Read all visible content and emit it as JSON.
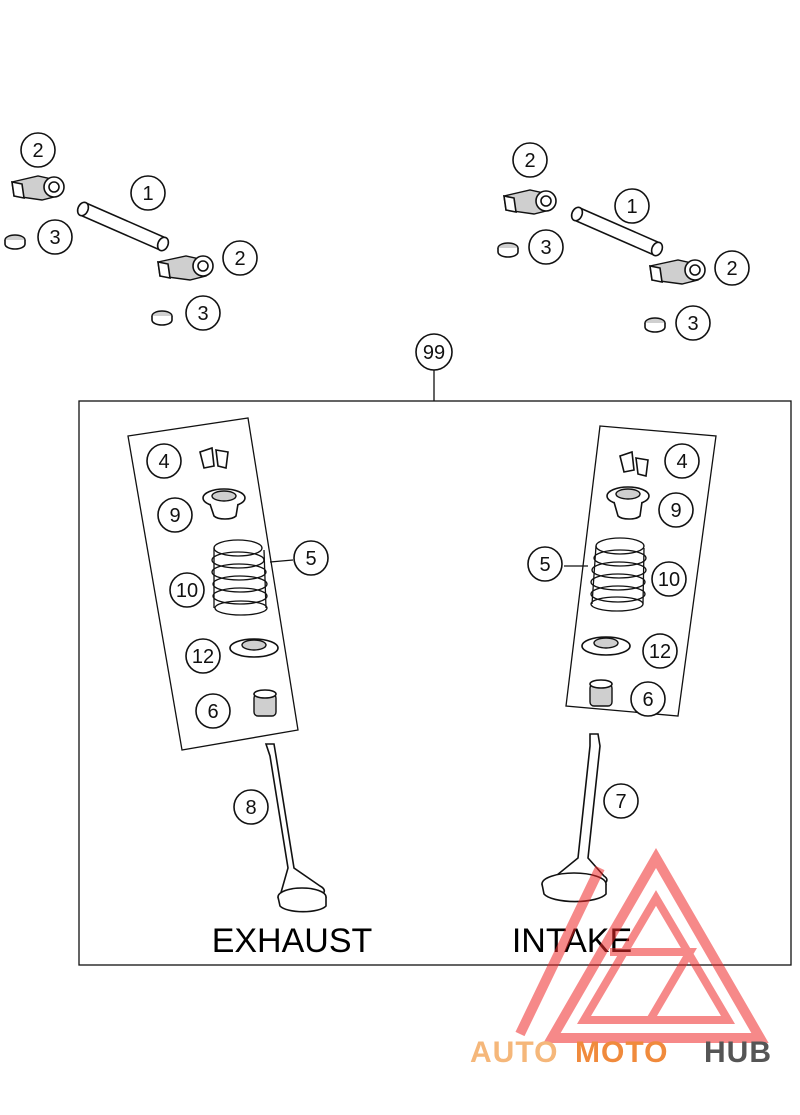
{
  "labels": {
    "exhaust": "EXHAUST",
    "intake": "INTAKE"
  },
  "callouts": {
    "c1a": "1",
    "c2a": "2",
    "c3a": "3",
    "c2b": "2",
    "c3b": "3",
    "c1c": "1",
    "c2c": "2",
    "c3c": "3",
    "c2d": "2",
    "c3d": "3",
    "c99": "99",
    "e4": "4",
    "e9": "9",
    "e5": "5",
    "e10": "10",
    "e12": "12",
    "e6": "6",
    "e8": "8",
    "i4": "4",
    "i9": "9",
    "i5": "5",
    "i10": "10",
    "i12": "12",
    "i6": "6",
    "i7": "7"
  },
  "watermark": {
    "text_a": "AUTO",
    "text_b": "MOTO",
    "text_c": "HUB",
    "colors": {
      "light": "#f5b77a",
      "mid": "#f08a3c",
      "dark": "#555555",
      "triangle": "#ef2a2a"
    }
  }
}
